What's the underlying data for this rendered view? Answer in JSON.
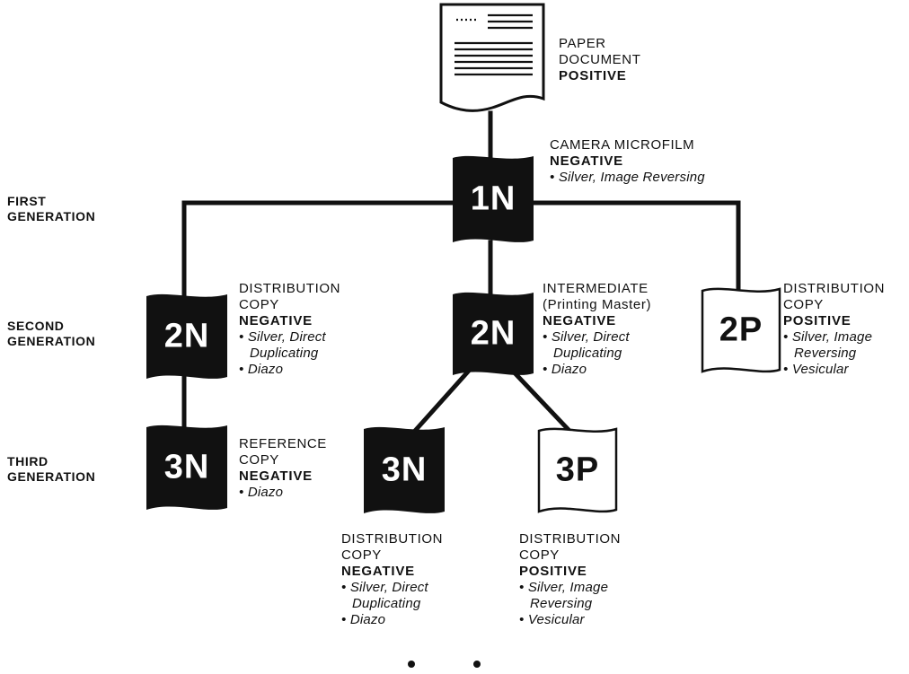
{
  "paper_document": {
    "lines": [
      "PAPER",
      "DOCUMENT"
    ],
    "polarity": "POSITIVE"
  },
  "generations": {
    "first": [
      "FIRST",
      "GENERATION"
    ],
    "second": [
      "SECOND",
      "GENERATION"
    ],
    "third": [
      "THIRD",
      "GENERATION"
    ]
  },
  "nodes": {
    "n1": {
      "code": "1N",
      "lines": [
        "CAMERA MICROFILM"
      ],
      "polarity": "NEGATIVE",
      "items": [
        "• Silver, Image Reversing"
      ]
    },
    "n2_left": {
      "code": "2N",
      "lines": [
        "DISTRIBUTION",
        "COPY"
      ],
      "polarity": "NEGATIVE",
      "items": [
        "• Silver, Direct",
        "Duplicating",
        "• Diazo"
      ]
    },
    "n2_mid": {
      "code": "2N",
      "lines": [
        "INTERMEDIATE",
        "(Printing Master)"
      ],
      "polarity": "NEGATIVE",
      "items": [
        "• Silver, Direct",
        "Duplicating",
        "• Diazo"
      ]
    },
    "p2_right": {
      "code": "2P",
      "lines": [
        "DISTRIBUTION",
        "COPY"
      ],
      "polarity": "POSITIVE",
      "items": [
        "• Silver, Image",
        "Reversing",
        "• Vesicular"
      ]
    },
    "n3_left": {
      "code": "3N",
      "lines": [
        "REFERENCE",
        "COPY"
      ],
      "polarity": "NEGATIVE",
      "items": [
        "• Diazo"
      ]
    },
    "n3_mid": {
      "code": "3N",
      "lines": [
        "DISTRIBUTION",
        "COPY"
      ],
      "polarity": "NEGATIVE",
      "items": [
        "• Silver, Direct",
        "Duplicating",
        "• Diazo"
      ]
    },
    "p3_mid": {
      "code": "3P",
      "lines": [
        "DISTRIBUTION",
        "COPY"
      ],
      "polarity": "POSITIVE",
      "items": [
        "• Silver, Image",
        "Reversing",
        "• Vesicular"
      ]
    }
  },
  "colors": {
    "ink": "#111111",
    "paper": "#ffffff"
  }
}
